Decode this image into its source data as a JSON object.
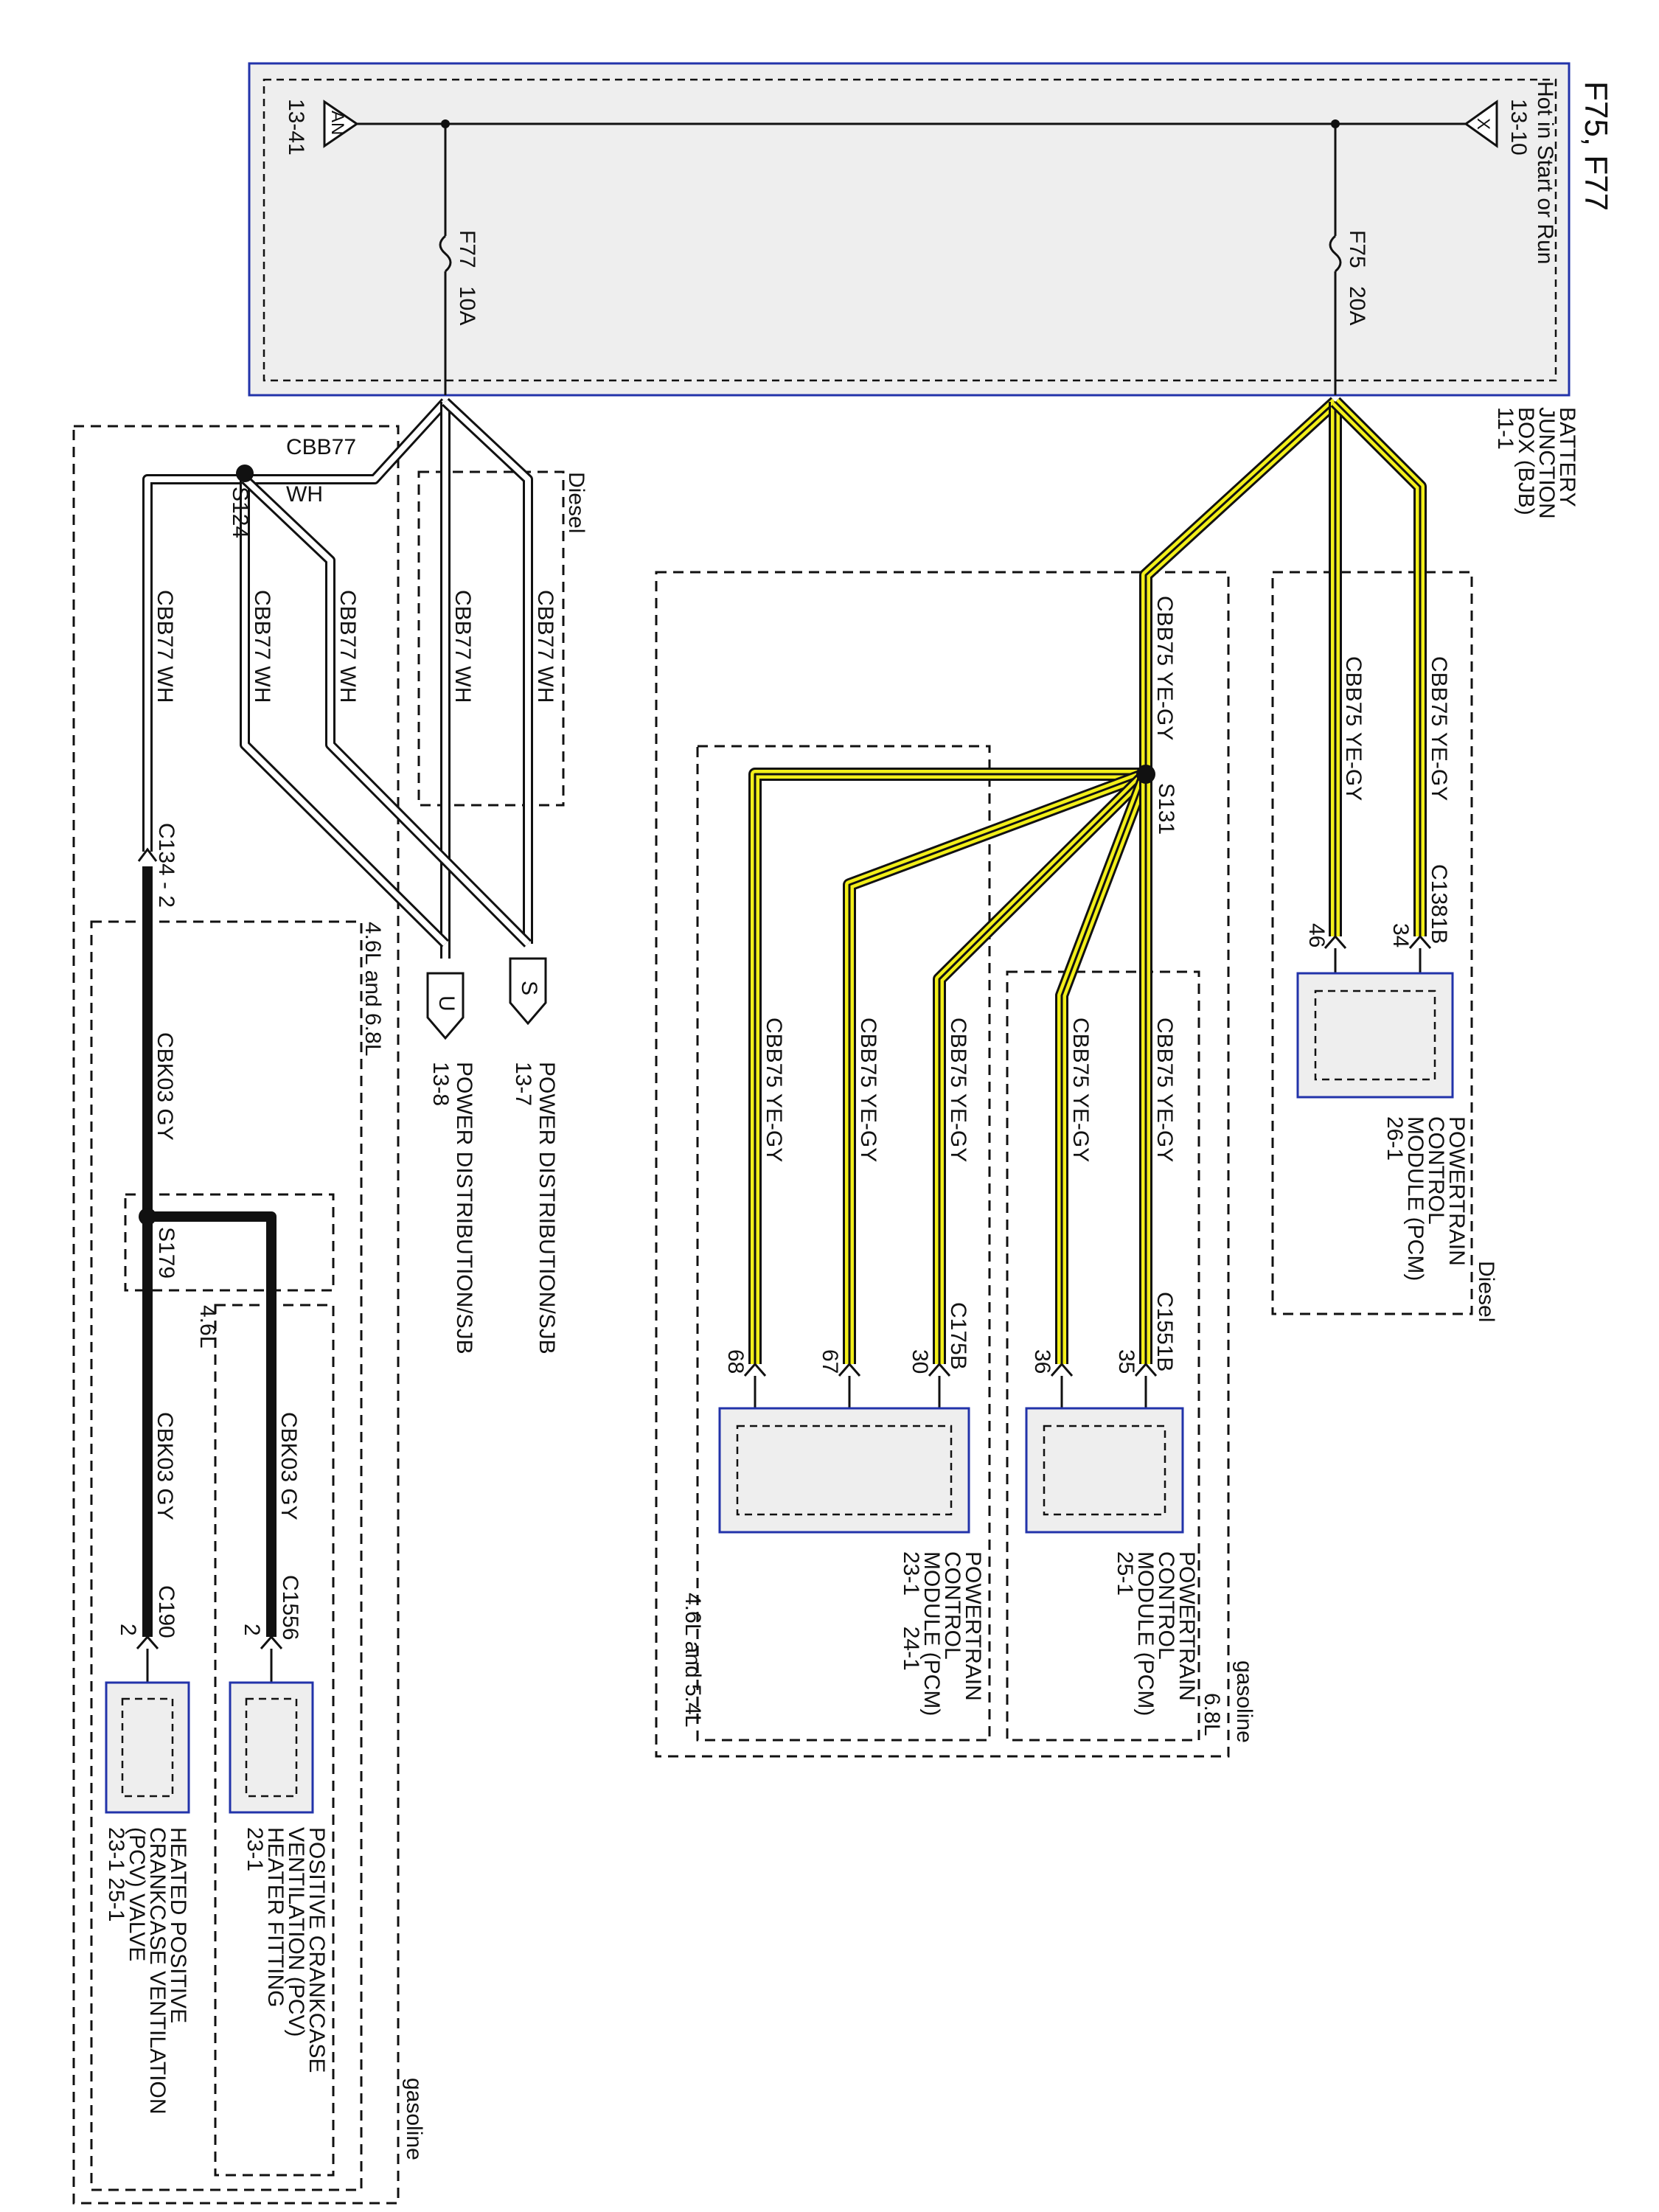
{
  "title": "F75, F77",
  "colors": {
    "module_border": "#2233aa",
    "module_fill": "#eeeeee",
    "wire_yellow": "#f2ef1a"
  },
  "bjb": {
    "hot_note": "Hot in Start or Run",
    "left_ref": "13-41",
    "left_marker": "AN",
    "right_ref": "13-10",
    "right_marker": "X",
    "fuse_f77": "F77",
    "fuse_f77_rating": "10A",
    "fuse_f75": "F75",
    "fuse_f75_rating": "20A",
    "name": "BATTERY JUNCTION BOX (BJB)",
    "name_lines": [
      "BATTERY",
      "JUNCTION",
      "BOX (BJB)",
      "11-1"
    ]
  },
  "groups": {
    "diesel": "Diesel",
    "gasoline": "gasoline",
    "engines_46_68": "4.6L and 6.8L",
    "engines_46_54": "4.6L and 5.4L",
    "engine_68": "6.8L",
    "engine_46": "4.6L"
  },
  "wires": {
    "cbb77": "CBB77",
    "wh": "WH",
    "cbb77_wh": "CBB77   WH",
    "cbb75_ye_gy": "CBB75   YE-GY",
    "cbk03_gy": "CBK03   GY"
  },
  "splices": {
    "s124": "S124",
    "s131": "S131",
    "s179": "S179"
  },
  "connectors": {
    "c134": "C134 - 2",
    "c1381b": "C1381B",
    "c1551b": "C1551B",
    "c175b": "C175B",
    "c190": "C190",
    "c1556": "C1556"
  },
  "pins": {
    "p46": "46",
    "p34": "34",
    "p36": "36",
    "p35": "35",
    "p68": "68",
    "p67": "67",
    "p30": "30",
    "p2a": "2",
    "p2b": "2"
  },
  "power_dist": [
    {
      "marker": "U",
      "lines": [
        "POWER DISTRIBUTION/SJB",
        "13-8"
      ]
    },
    {
      "marker": "S",
      "lines": [
        "POWER DISTRIBUTION/SJB",
        "13-7"
      ]
    }
  ],
  "modules": {
    "pcm_diesel": [
      "POWERTRAIN",
      "CONTROL",
      "MODULE (PCM)",
      "26-1"
    ],
    "pcm_68": [
      "POWERTRAIN",
      "CONTROL",
      "MODULE (PCM)",
      "25-1"
    ],
    "pcm_46_54": [
      "POWERTRAIN",
      "CONTROL",
      "MODULE (PCM)",
      "23-1     24-1"
    ],
    "pcv_fitting": [
      "POSITIVE CRANKCASE",
      "VENTILATION (PCV)",
      "HEATER FITTING",
      "23-1"
    ],
    "pcv_valve": [
      "HEATED POSITIVE",
      "CRANKCASE VENTILATION",
      "(PCV) VALVE",
      "23-1     25-1"
    ]
  }
}
